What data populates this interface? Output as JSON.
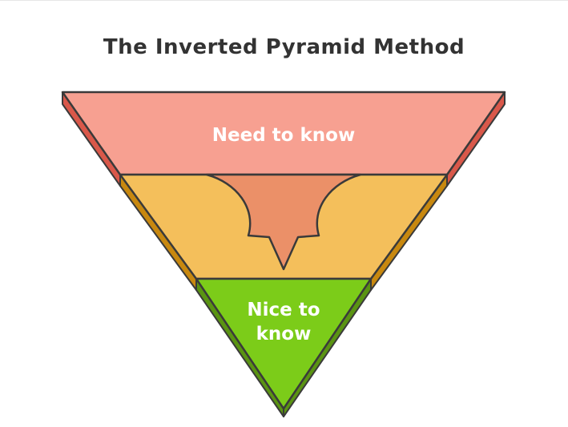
{
  "title": "The Inverted Pyramid Method",
  "layers": [
    {
      "label": "Need to know",
      "color": "#f7a091",
      "side_color": "#d9584a"
    },
    {
      "label": "",
      "color": "#f4bf5b",
      "side_color": "#c8880f"
    },
    {
      "label": "Nice to know",
      "label_lines": [
        "Nice to",
        "know"
      ],
      "color": "#7ccc19",
      "side_color": "#5a9412"
    }
  ],
  "arrow": {
    "color": "#eb9068"
  }
}
